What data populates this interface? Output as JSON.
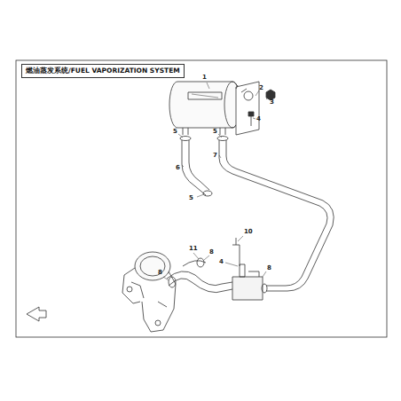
{
  "diagram": {
    "title": "燃油蒸发系统/FUEL VAPORIZATION SYSTEM",
    "labels": [
      "1",
      "2",
      "3",
      "4",
      "5",
      "5",
      "6",
      "7",
      "5",
      "11",
      "10",
      "4",
      "8",
      "8",
      "8"
    ]
  }
}
